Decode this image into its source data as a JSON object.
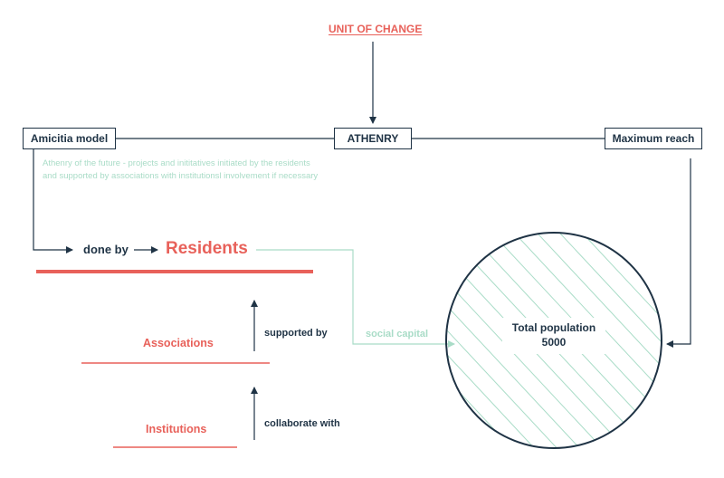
{
  "header": {
    "title": "UNIT OF CHANGE"
  },
  "nodes": {
    "left": "Amicitia model",
    "center": "ATHENRY",
    "right": "Maximum reach"
  },
  "description": {
    "line1": "Athenry of the future - projects and inititatives initiated by the residents",
    "line2": "and supported by associations with institutionsl involvement if necessary"
  },
  "flow": {
    "done_by": "done by",
    "residents": "Residents",
    "associations": "Associations",
    "supported_by": "supported by",
    "institutions": "Institutions",
    "collaborate_with": "collaborate with",
    "social_capital": "social capital"
  },
  "circle": {
    "label": "Total population",
    "value": "5000"
  },
  "colors": {
    "navy": "#1f3345",
    "coral": "#e8615a",
    "mint": "#a9dcc7"
  }
}
